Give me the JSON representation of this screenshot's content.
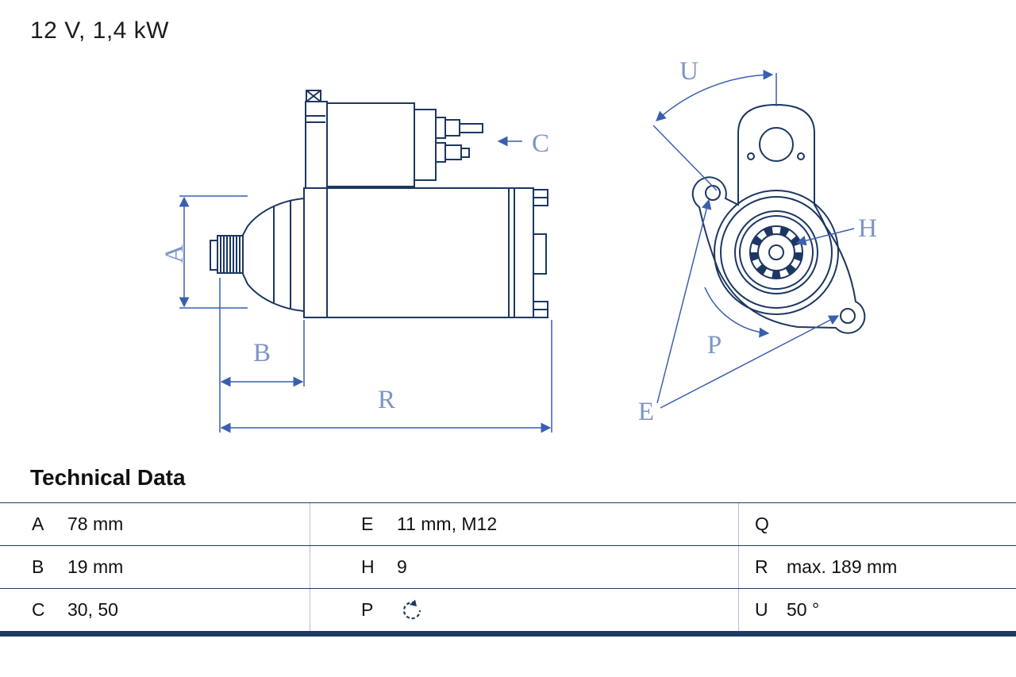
{
  "title": "12 V, 1,4 kW",
  "diagram": {
    "labels": {
      "a": "A",
      "b": "B",
      "c": "C",
      "r": "R",
      "u": "U",
      "h": "H",
      "p": "P",
      "e": "E"
    },
    "colors": {
      "outline": "#1c3761",
      "dimension": "#3a5fae",
      "label": "#7d95c6"
    },
    "gear_teeth": 9
  },
  "table": {
    "heading": "Technical Data",
    "rows": [
      {
        "c1": {
          "label": "A",
          "value": "78 mm"
        },
        "c2": {
          "label": "E",
          "value": "11 mm, M12"
        },
        "c3": {
          "label": "Q",
          "value": ""
        }
      },
      {
        "c1": {
          "label": "B",
          "value": "19 mm"
        },
        "c2": {
          "label": "H",
          "value": "9"
        },
        "c3": {
          "label": "R",
          "value": "max. 189 mm"
        }
      },
      {
        "c1": {
          "label": "C",
          "value": "30, 50"
        },
        "c2": {
          "label": "P",
          "value": "",
          "icon": "rotation-ccw-icon"
        },
        "c3": {
          "label": "U",
          "value": "50 °"
        }
      }
    ]
  }
}
